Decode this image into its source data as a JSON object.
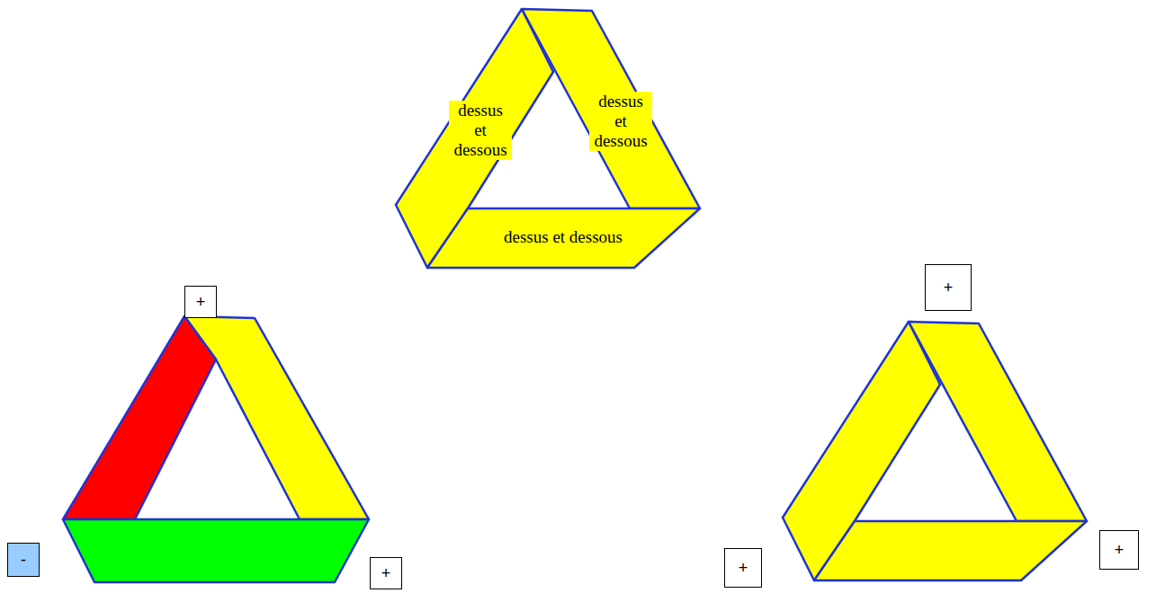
{
  "diagram": {
    "nodes": [
      {
        "text": [
          "dessus et dessous"
        ]
      },
      {
        "text": [
          "dessus et dessous"
        ]
      },
      {
        "text": [
          "dessus et dessous"
        ]
      },
      {
        "text": [
          "+"
        ]
      },
      {
        "text": [
          "-"
        ]
      },
      {
        "text": [
          "+"
        ]
      },
      {
        "text": [
          "+"
        ]
      },
      {
        "text": [
          "+"
        ]
      },
      {
        "text": [
          "+"
        ]
      }
    ]
  }
}
